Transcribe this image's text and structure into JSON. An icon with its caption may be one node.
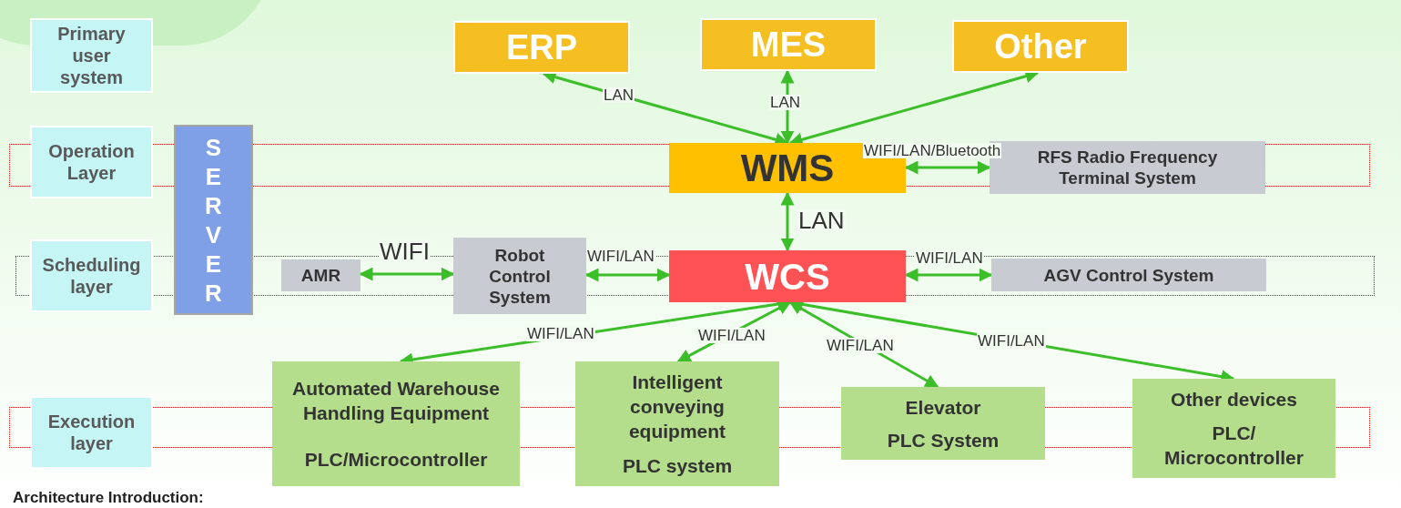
{
  "diagram": {
    "nodes": [
      {
        "text": [
          "Primary user system"
        ]
      },
      {
        "text": [
          "Operation Layer"
        ]
      },
      {
        "text": [
          "Scheduling layer"
        ]
      },
      {
        "text": [
          "Execution layer"
        ]
      },
      {
        "text": [
          "SERVER"
        ]
      },
      {
        "text": [
          "ERP"
        ]
      },
      {
        "text": [
          "MES"
        ]
      },
      {
        "text": [
          "Other"
        ]
      },
      {
        "text": [
          "WMS"
        ]
      },
      {
        "text": [
          "RFS Radio Frequency Terminal System"
        ]
      },
      {
        "text": [
          "AMR"
        ]
      },
      {
        "text": [
          "Robot Control System"
        ]
      },
      {
        "text": [
          "WCS"
        ]
      },
      {
        "text": [
          "AGV Control System"
        ]
      },
      {
        "text": [
          "Automated Warehouse Handling Equipment",
          "PLC/Microcontroller"
        ]
      },
      {
        "text": [
          "Intelligent conveying equipment",
          "PLC system"
        ]
      },
      {
        "text": [
          "Elevator",
          "PLC System"
        ]
      },
      {
        "text": [
          "Other devices",
          "PLC/ Microcontroller"
        ]
      }
    ],
    "edges": [
      {
        "from": 8,
        "to": 5,
        "arrow": "both",
        "label": "LAN"
      },
      {
        "from": 8,
        "to": 6,
        "arrow": "both",
        "label": "LAN"
      },
      {
        "from": 8,
        "to": 7,
        "arrow": "both"
      },
      {
        "from": 8,
        "to": 9,
        "arrow": "both",
        "label": "WIFI/LAN/Bluetooth"
      },
      {
        "from": 8,
        "to": 12,
        "arrow": "both",
        "label": "LAN"
      },
      {
        "from": 10,
        "to": 11,
        "arrow": "both",
        "label": "WIFI"
      },
      {
        "from": 11,
        "to": 12,
        "arrow": "both",
        "label": "WIFI/LAN"
      },
      {
        "from": 12,
        "to": 13,
        "arrow": "both",
        "label": "WIFI/LAN"
      },
      {
        "from": 12,
        "to": 14,
        "arrow": "both",
        "label": "WIFI/LAN"
      },
      {
        "from": 12,
        "to": 15,
        "arrow": "both",
        "label": "WIFI/LAN"
      },
      {
        "from": 12,
        "to": 16,
        "arrow": "both",
        "label": "WIFI/LAN"
      },
      {
        "from": 12,
        "to": 17,
        "arrow": "both",
        "label": "WIFI/LAN"
      }
    ],
    "labels": [
      "Architecture Introduction:"
    ]
  }
}
